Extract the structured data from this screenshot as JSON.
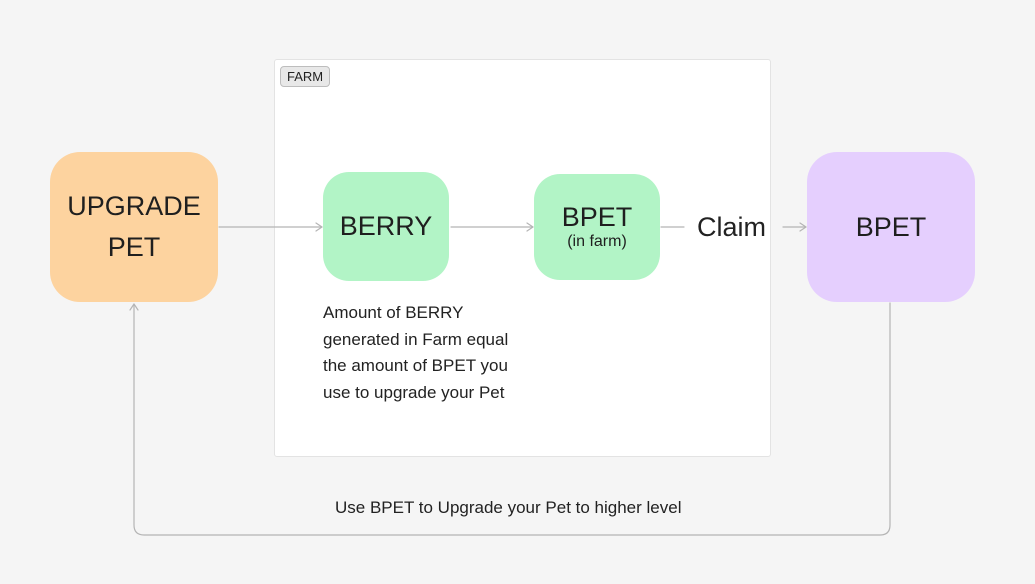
{
  "farm": {
    "tag": "FARM"
  },
  "nodes": {
    "upgrade_pet": {
      "line1": "UPGRADE",
      "line2": "PET",
      "color": "#fdd39f"
    },
    "berry": {
      "label": "BERRY",
      "color": "#b2f4c6"
    },
    "bpet_farm": {
      "label": "BPET",
      "sublabel": "(in farm)",
      "color": "#b2f4c6"
    },
    "bpet": {
      "label": "BPET",
      "color": "#e5cffe"
    }
  },
  "edges": {
    "claim_label": "Claim",
    "loop_label": "Use BPET to Upgrade your Pet to higher level"
  },
  "note": {
    "lines": [
      "Amount of BERRY",
      "generated in Farm equal",
      "the amount of BPET you",
      "use to upgrade your Pet"
    ]
  }
}
